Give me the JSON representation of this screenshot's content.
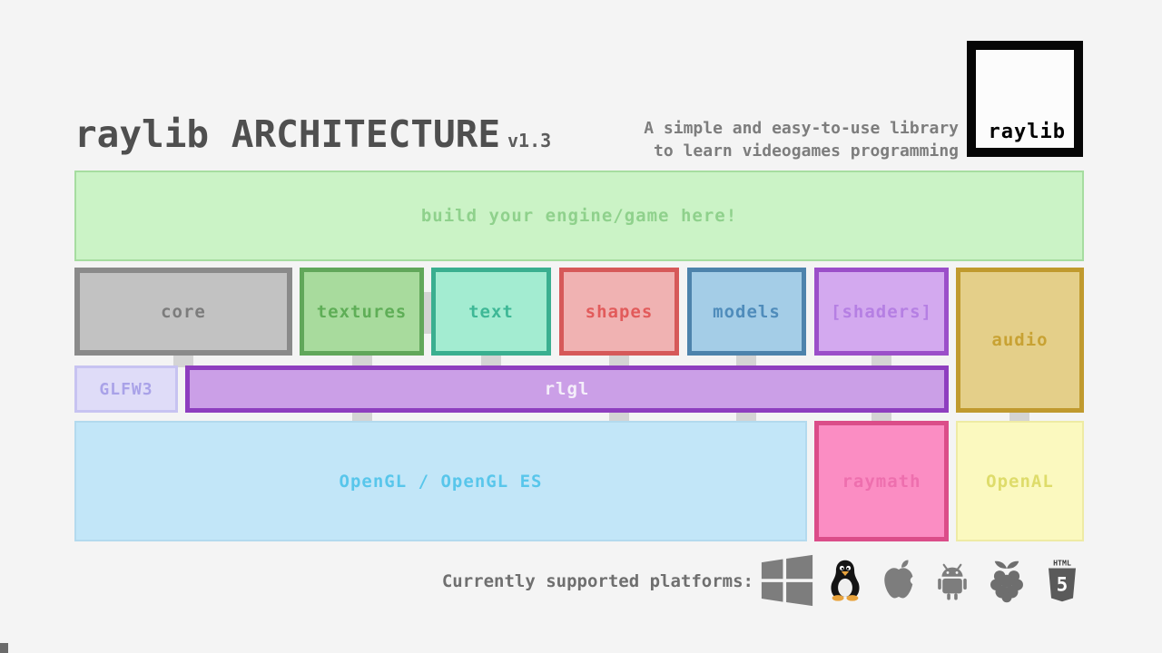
{
  "header": {
    "title": "raylib ARCHITECTURE",
    "version": "v1.3",
    "tagline_line1": "A simple and easy-to-use library",
    "tagline_line2": "to learn videogames programming"
  },
  "logo": {
    "label": "raylib"
  },
  "engine_box": {
    "label": "build your engine/game here!"
  },
  "modules": [
    {
      "id": "core",
      "label": "core",
      "border": "#8a8a8a",
      "fill": "#c2c2c2",
      "text_color": "#7c7c7c"
    },
    {
      "id": "textures",
      "label": "textures",
      "border": "#61a75a",
      "fill": "#a8db9d",
      "text_color": "#5fae57"
    },
    {
      "id": "text",
      "label": "text",
      "border": "#3aaf90",
      "fill": "#a3ecd1",
      "text_color": "#3eb896"
    },
    {
      "id": "shapes",
      "label": "shapes",
      "border": "#d65959",
      "fill": "#f0b2b2",
      "text_color": "#e25b5b"
    },
    {
      "id": "models",
      "label": "models",
      "border": "#4d83ac",
      "fill": "#a4cde7",
      "text_color": "#4f8cbb"
    },
    {
      "id": "shaders",
      "label": "[shaders]",
      "border": "#9b4fc9",
      "fill": "#d3a9ef",
      "text_color": "#b57fe3"
    },
    {
      "id": "audio",
      "label": "audio",
      "border": "#c09a2e",
      "fill": "#e4cf89",
      "text_color": "#c8a233"
    }
  ],
  "middleware": {
    "glfw3_label": "GLFW3",
    "rlgl_label": "rlgl"
  },
  "backends": {
    "opengl_label": "OpenGL / OpenGL ES",
    "raymath_label": "raymath",
    "openal_label": "OpenAL"
  },
  "platforms": {
    "label": "Currently supported platforms:",
    "icons": [
      "windows",
      "linux",
      "apple",
      "android",
      "raspberry-pi",
      "html5"
    ],
    "html5_text": "HTML",
    "html5_number": "5"
  },
  "colors": {
    "background": "#f4f4f4",
    "title": "#4f4f4f",
    "tagline": "#7d7d7d",
    "engine_fill": "#cbf3c6",
    "engine_border": "#a6dda0",
    "glfw3_fill": "#dfdcf8",
    "rlgl_border": "#8e3ebf",
    "opengl_fill": "#c2e6f8",
    "raymath_border": "#db4d89",
    "openal_fill": "#fbf9bf",
    "icon_gray": "#7d7d7d"
  }
}
